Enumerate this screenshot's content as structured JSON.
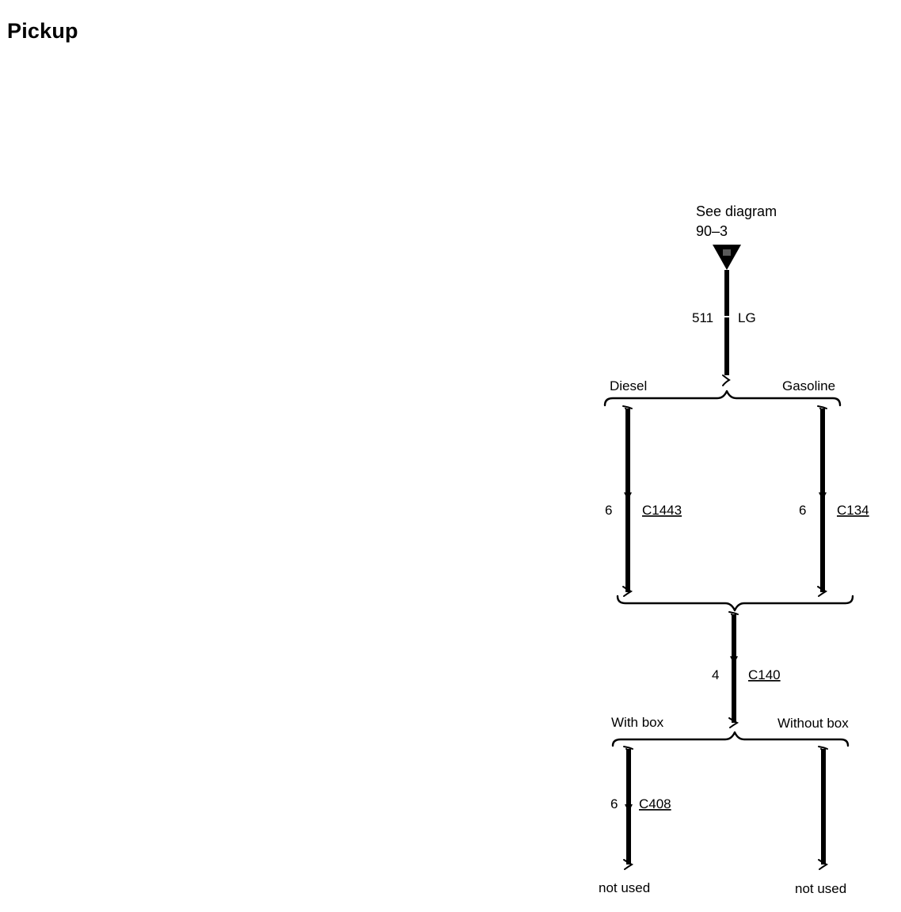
{
  "page": {
    "title": "Pickup"
  },
  "reference": {
    "line1": "See diagram",
    "line2": "90–3"
  },
  "wire": {
    "circuit": "511",
    "color": "LG"
  },
  "branch1": {
    "left_label": "Diesel",
    "right_label": "Gasoline"
  },
  "connectors": {
    "diesel": {
      "pin": "6",
      "name": "C1443"
    },
    "gasoline": {
      "pin": "6",
      "name": "C134"
    },
    "center": {
      "pin": "4",
      "name": "C140"
    },
    "withbox": {
      "pin": "6",
      "name": "C408"
    }
  },
  "branch2": {
    "left_label": "With box",
    "right_label": "Without box"
  },
  "endpoints": {
    "left": "not used",
    "right": "not used"
  },
  "colors": {
    "ink": "#000000",
    "background": "#ffffff"
  }
}
